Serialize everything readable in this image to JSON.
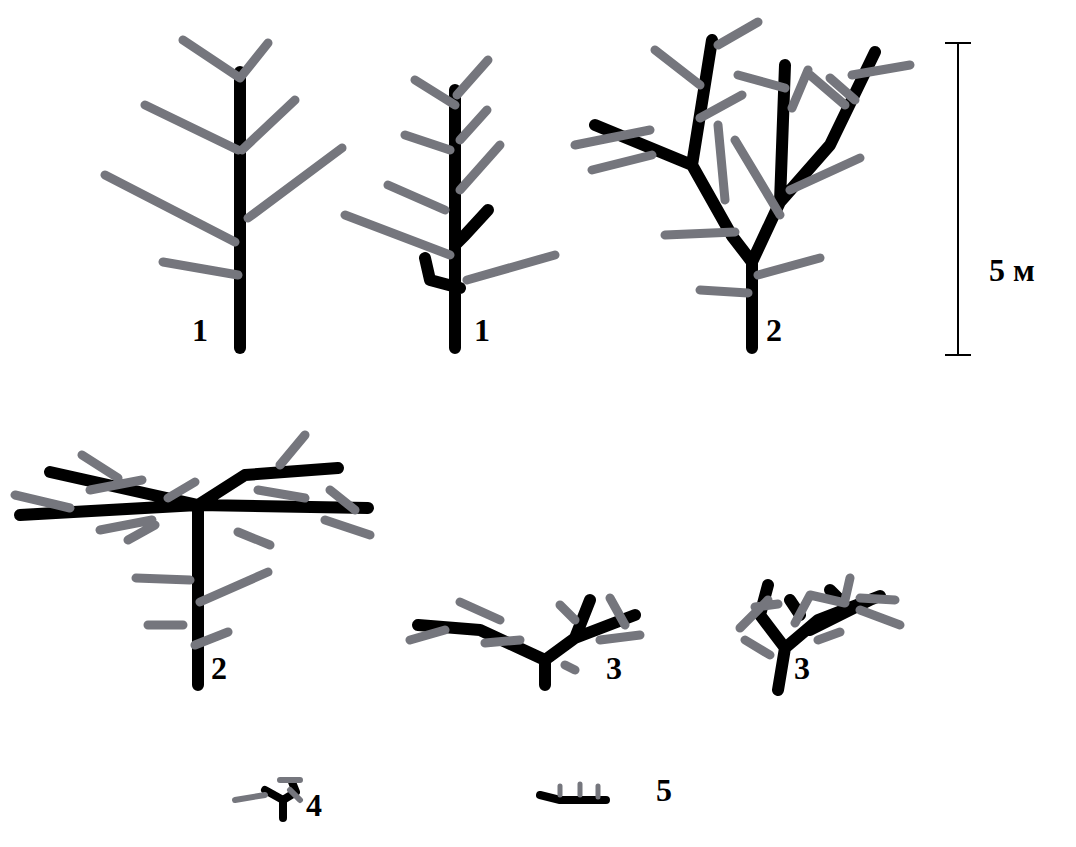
{
  "diagram": {
    "labels": [
      "1",
      "1",
      "2",
      "5 м",
      "2",
      "3",
      "3",
      "4",
      "5"
    ]
  }
}
